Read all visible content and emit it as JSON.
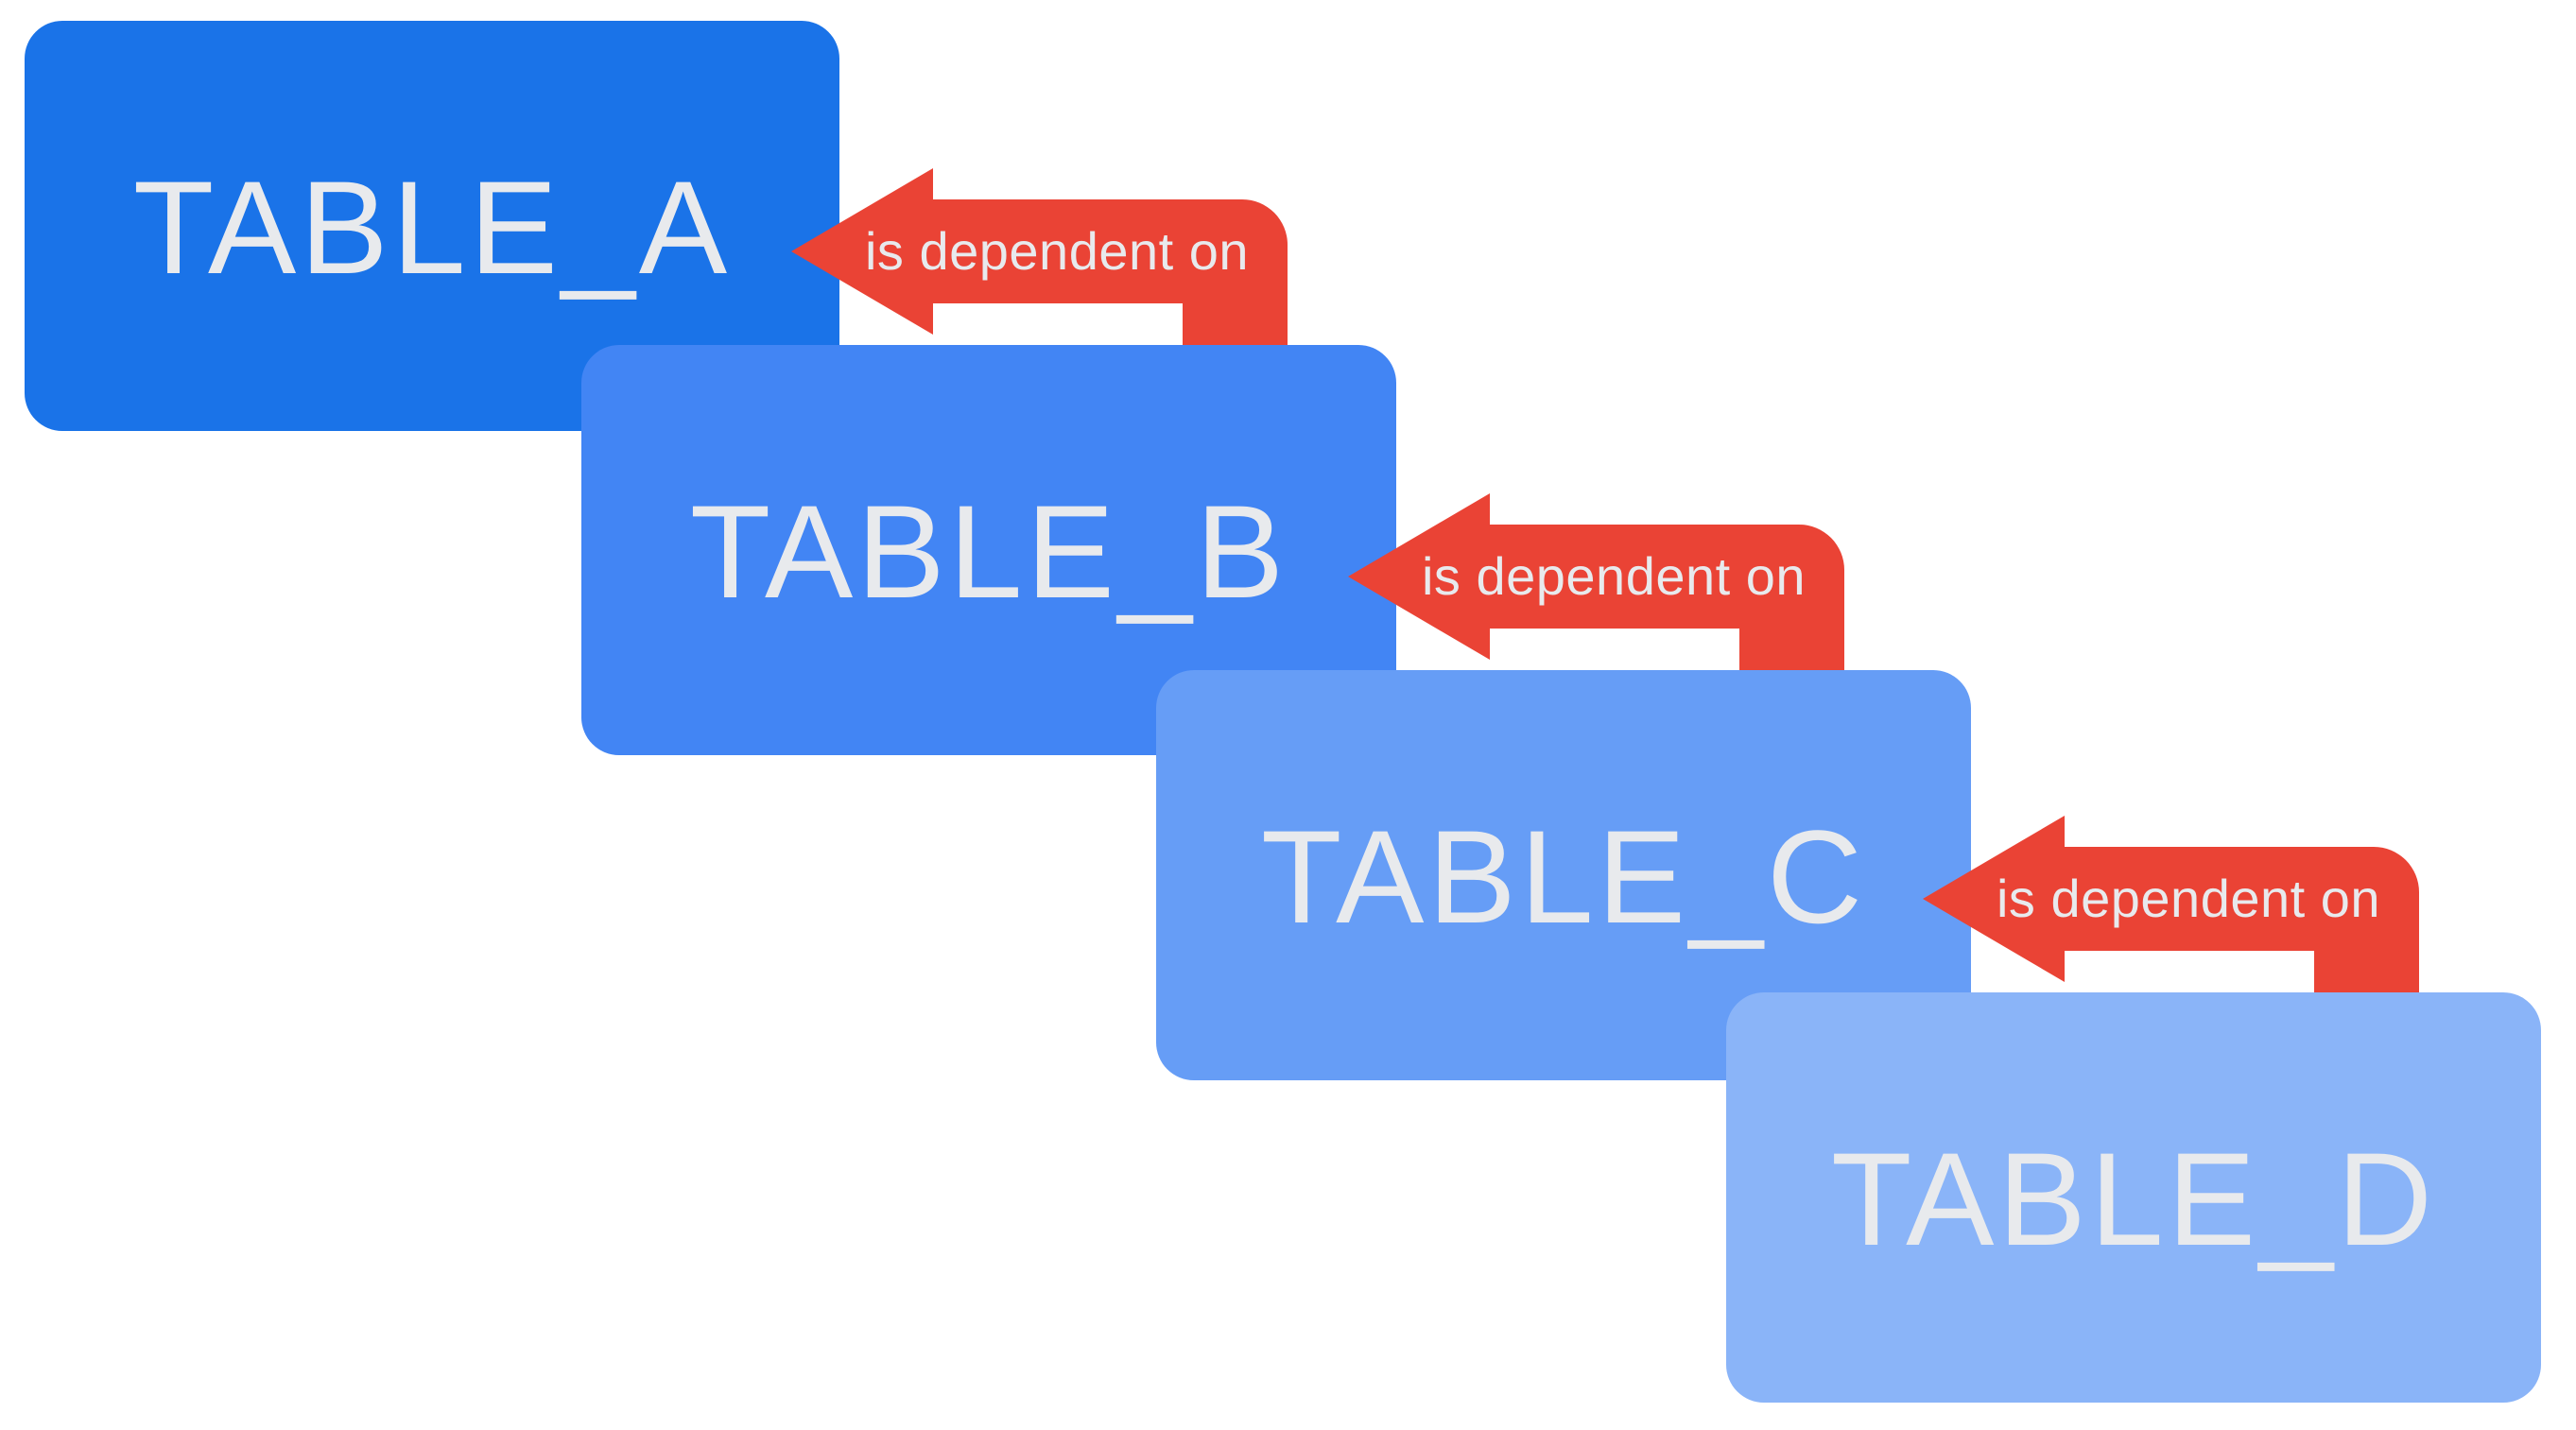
{
  "diagram": {
    "background": "#ffffff",
    "tables": [
      {
        "label": "TABLE_A",
        "fill": "#1a73e8",
        "text_color": "#e8eaed"
      },
      {
        "label": "TABLE_B",
        "fill": "#4285f4",
        "text_color": "#e8eaed"
      },
      {
        "label": "TABLE_C",
        "fill": "#669df6",
        "text_color": "#e8eaed"
      },
      {
        "label": "TABLE_D",
        "fill": "#8ab4f8",
        "text_color": "#e8eaed"
      }
    ],
    "arrows": [
      {
        "label": "is dependent on",
        "from": "TABLE_B",
        "to": "TABLE_A",
        "fill": "#ea4335",
        "text_color": "#e8eaed"
      },
      {
        "label": "is dependent on",
        "from": "TABLE_C",
        "to": "TABLE_B",
        "fill": "#ea4335",
        "text_color": "#e8eaed"
      },
      {
        "label": "is dependent on",
        "from": "TABLE_D",
        "to": "TABLE_C",
        "fill": "#ea4335",
        "text_color": "#e8eaed"
      }
    ]
  }
}
